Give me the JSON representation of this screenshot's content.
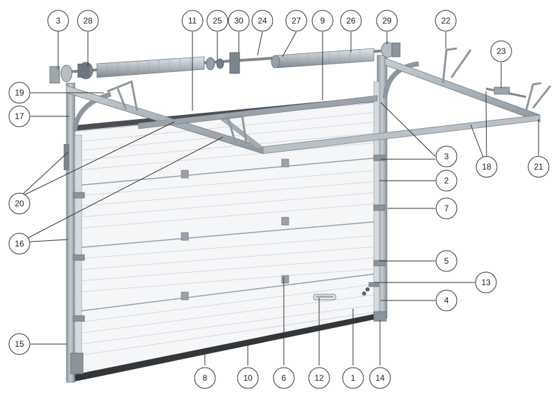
{
  "callouts": [
    {
      "id": "c3a",
      "label": "3"
    },
    {
      "id": "c28",
      "label": "28"
    },
    {
      "id": "c11",
      "label": "11"
    },
    {
      "id": "c25",
      "label": "25"
    },
    {
      "id": "c30",
      "label": "30"
    },
    {
      "id": "c24",
      "label": "24"
    },
    {
      "id": "c27",
      "label": "27"
    },
    {
      "id": "c9",
      "label": "9"
    },
    {
      "id": "c26",
      "label": "26"
    },
    {
      "id": "c29",
      "label": "29"
    },
    {
      "id": "c22",
      "label": "22"
    },
    {
      "id": "c23",
      "label": "23"
    },
    {
      "id": "c19",
      "label": "19"
    },
    {
      "id": "c17",
      "label": "17"
    },
    {
      "id": "c20",
      "label": "20"
    },
    {
      "id": "c16",
      "label": "16"
    },
    {
      "id": "c15",
      "label": "15"
    },
    {
      "id": "c3b",
      "label": "3"
    },
    {
      "id": "c18",
      "label": "18"
    },
    {
      "id": "c21",
      "label": "21"
    },
    {
      "id": "c2",
      "label": "2"
    },
    {
      "id": "c7",
      "label": "7"
    },
    {
      "id": "c5",
      "label": "5"
    },
    {
      "id": "c13",
      "label": "13"
    },
    {
      "id": "c4",
      "label": "4"
    },
    {
      "id": "c8",
      "label": "8"
    },
    {
      "id": "c10",
      "label": "10"
    },
    {
      "id": "c6",
      "label": "6"
    },
    {
      "id": "c12",
      "label": "12"
    },
    {
      "id": "c1",
      "label": "1"
    },
    {
      "id": "c14",
      "label": "14"
    }
  ],
  "colors": {
    "panel": "#f4f5f6",
    "panel_line": "#c9cdd1",
    "metal": "#aab3ba",
    "metal_dark": "#6f7a83",
    "seal": "#3a3d40",
    "callout_stroke": "#333333"
  }
}
